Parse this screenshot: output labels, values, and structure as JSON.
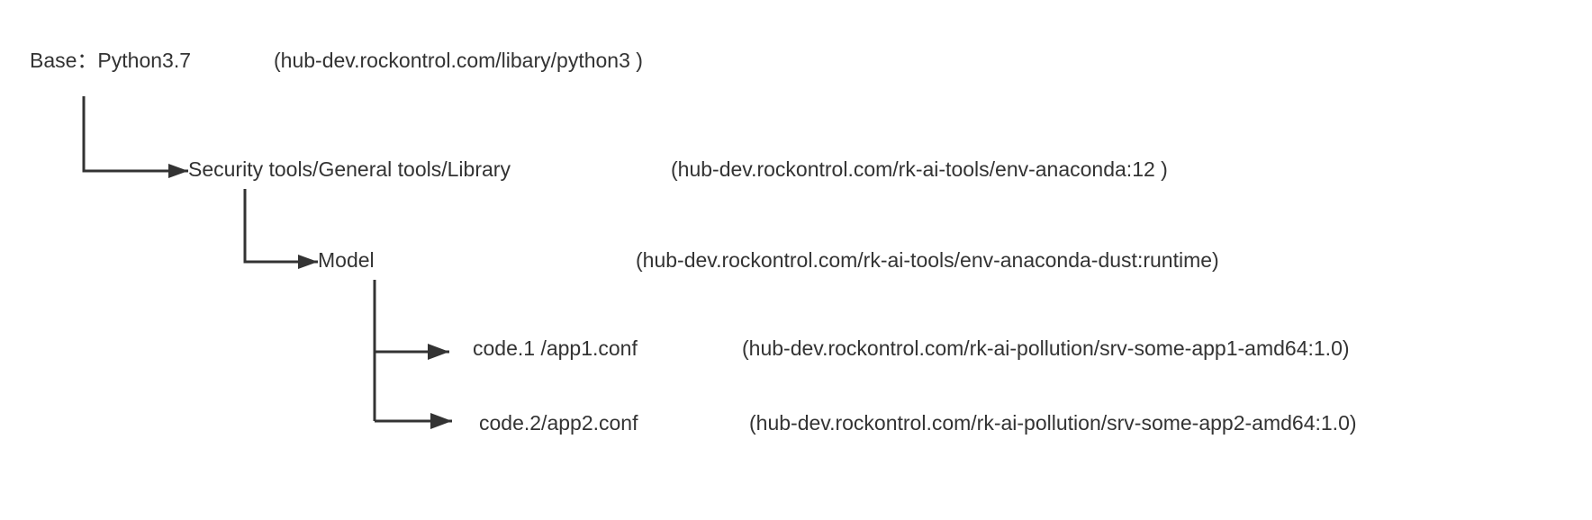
{
  "diagram": {
    "nodes": [
      {
        "name": "Base：Python3.7",
        "image": "(hub-dev.rockontrol.com/libary/python3 )"
      },
      {
        "name": "Security tools/General tools/Library",
        "image": "(hub-dev.rockontrol.com/rk-ai-tools/env-anaconda:12 )"
      },
      {
        "name": "Model",
        "image": "(hub-dev.rockontrol.com/rk-ai-tools/env-anaconda-dust:runtime)"
      },
      {
        "name": "code.1 /app1.conf",
        "image": "(hub-dev.rockontrol.com/rk-ai-pollution/srv-some-app1-amd64:1.0)"
      },
      {
        "name": "code.2/app2.conf",
        "image": "(hub-dev.rockontrol.com/rk-ai-pollution/srv-some-app2-amd64:1.0)"
      }
    ],
    "edges": [
      {
        "from": 0,
        "to": 1
      },
      {
        "from": 1,
        "to": 2
      },
      {
        "from": 2,
        "to": 3
      },
      {
        "from": 2,
        "to": 4
      }
    ],
    "colors": {
      "text": "#333333",
      "connector": "#333333",
      "background": "#ffffff"
    }
  }
}
